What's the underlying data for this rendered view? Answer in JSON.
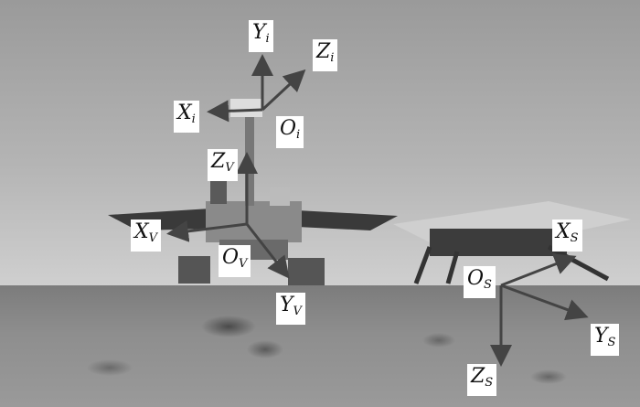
{
  "rover_frame": {
    "Yi": {
      "base": "Y",
      "sub": "i"
    },
    "Zi": {
      "base": "Z",
      "sub": "i"
    },
    "Xi": {
      "base": "X",
      "sub": "i"
    },
    "Oi": {
      "base": "O",
      "sub": "i"
    }
  },
  "vehicle_frame": {
    "ZV": {
      "base": "Z",
      "sub": "V"
    },
    "XV": {
      "base": "X",
      "sub": "V"
    },
    "OV": {
      "base": "O",
      "sub": "V"
    },
    "YV": {
      "base": "Y",
      "sub": "V"
    }
  },
  "lander_frame": {
    "XS": {
      "base": "X",
      "sub": "S"
    },
    "OS": {
      "base": "O",
      "sub": "S"
    },
    "YS": {
      "base": "Y",
      "sub": "S"
    },
    "ZS": {
      "base": "Z",
      "sub": "S"
    }
  }
}
